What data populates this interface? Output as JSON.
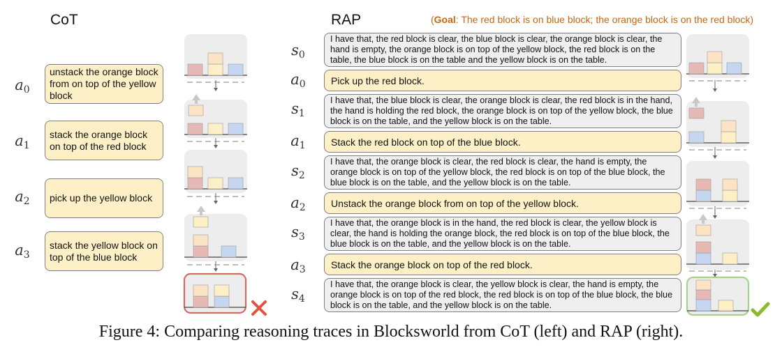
{
  "cot": {
    "title": "CoT",
    "steps": [
      {
        "sym": "a",
        "sub": "0",
        "text": "unstack the orange block from on top of the yellow block"
      },
      {
        "sym": "a",
        "sub": "1",
        "text": "stack the orange block on top of the red block"
      },
      {
        "sym": "a",
        "sub": "2",
        "text": "pick up the yellow block"
      },
      {
        "sym": "a",
        "sub": "3",
        "text": "stack the yellow block on top of the blue block"
      }
    ]
  },
  "rap": {
    "title": "RAP",
    "goal_label": "Goal",
    "goal_text": ": The red block is on blue block; the orange block is on the red block)",
    "goal_open": "(",
    "steps": [
      {
        "kind": "state",
        "sym": "s",
        "sub": "0",
        "text": "I have that, the red block is clear, the blue block is clear, the orange block is clear, the hand is empty, the orange block is on top of the yellow block, the red block is on the table, the blue block is on the table and the yellow block is on the table."
      },
      {
        "kind": "action",
        "sym": "a",
        "sub": "0",
        "text": "Pick up the red block."
      },
      {
        "kind": "state",
        "sym": "s",
        "sub": "1",
        "text": "I have that, the blue block is clear, the orange block is clear, the red block is in the hand, the hand is holding the red block, the orange block is on top of the yellow block, the blue block is on the table, and the yellow block is on the table."
      },
      {
        "kind": "action",
        "sym": "a",
        "sub": "1",
        "text": "Stack the red block on top of the blue block."
      },
      {
        "kind": "state",
        "sym": "s",
        "sub": "2",
        "text": "I have that, the orange block is clear, the red block is clear, the hand is empty, the orange block is on top of the yellow block, the red block is on top of the blue block, the blue block is on the table, and the yellow block is on the table."
      },
      {
        "kind": "action",
        "sym": "a",
        "sub": "2",
        "text": "Unstack the orange block from on top of the yellow block."
      },
      {
        "kind": "state",
        "sym": "s",
        "sub": "3",
        "text": "I have that, the orange block is in the hand, the red block is clear, the yellow block is clear, the hand is holding the orange block, the red block is on top of the blue block, the blue block is on the table, and the yellow block is on the table."
      },
      {
        "kind": "action",
        "sym": "a",
        "sub": "3",
        "text": "Stack the orange block on top of the red block."
      },
      {
        "kind": "state",
        "sym": "s",
        "sub": "4",
        "text": "I have that, the orange block is clear, the yellow block is clear, the hand is empty, the orange block is on top of the red block, the red block is on top of the blue block, the blue block is on the table, and the yellow block is on the table."
      }
    ]
  },
  "colors": {
    "red_block": "#e7b9b6",
    "orange_block": "#fbe3c4",
    "yellow_block": "#fdf0c6",
    "blue_block": "#c5d6f1",
    "panel_bg": "#ededed",
    "fail_border": "#d36b6b",
    "success_border": "#a9d18e",
    "cross": "#e0533f",
    "check": "#8dbb2e"
  },
  "caption": "Figure 4: Comparing reasoning traces in Blocksworld from CoT (left) and RAP (right)."
}
